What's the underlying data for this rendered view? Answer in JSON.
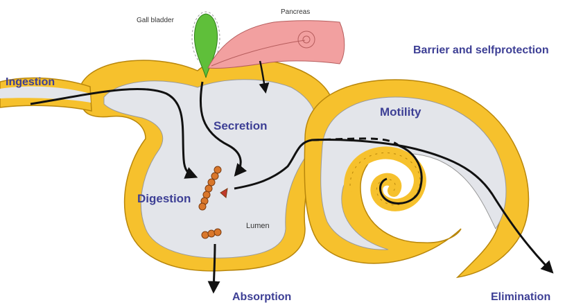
{
  "labels": {
    "gall_bladder": "Gall bladder",
    "pancreas": "Pancreas",
    "barrier": "Barrier and selfprotection",
    "ingestion": "Ingestion",
    "motility": "Motility",
    "secretion": "Secretion",
    "digestion": "Digestion",
    "lumen": "Lumen",
    "absorption": "Absorption",
    "elimination": "Elimination"
  },
  "colors": {
    "wall": "#f6c12d",
    "wall_outline": "#b8860b",
    "lumen": "#e3e5ea",
    "gall_bladder": "#5fbf3a",
    "pancreas": "#f2a0a0",
    "label": "#3d3f95",
    "molecule": "#d9772b",
    "arrow": "#111111"
  }
}
